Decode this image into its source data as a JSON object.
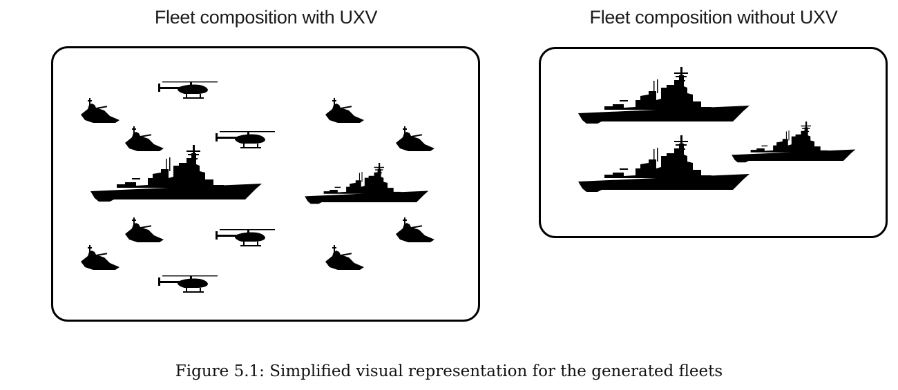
{
  "panels": {
    "with_uxv": {
      "title": "Fleet composition with UXV",
      "units": [
        "unmanned-surface-vessel",
        "unmanned-aerial-helicopter",
        "destroyer",
        "frigate"
      ]
    },
    "without_uxv": {
      "title": "Fleet composition without UXV",
      "units": [
        "destroyer",
        "frigate"
      ]
    }
  },
  "caption": "Figure 5.1: Simplified visual representation for the generated fleets",
  "colors": {
    "silhouette": "#000000",
    "border": "#000000",
    "background": "#ffffff"
  }
}
